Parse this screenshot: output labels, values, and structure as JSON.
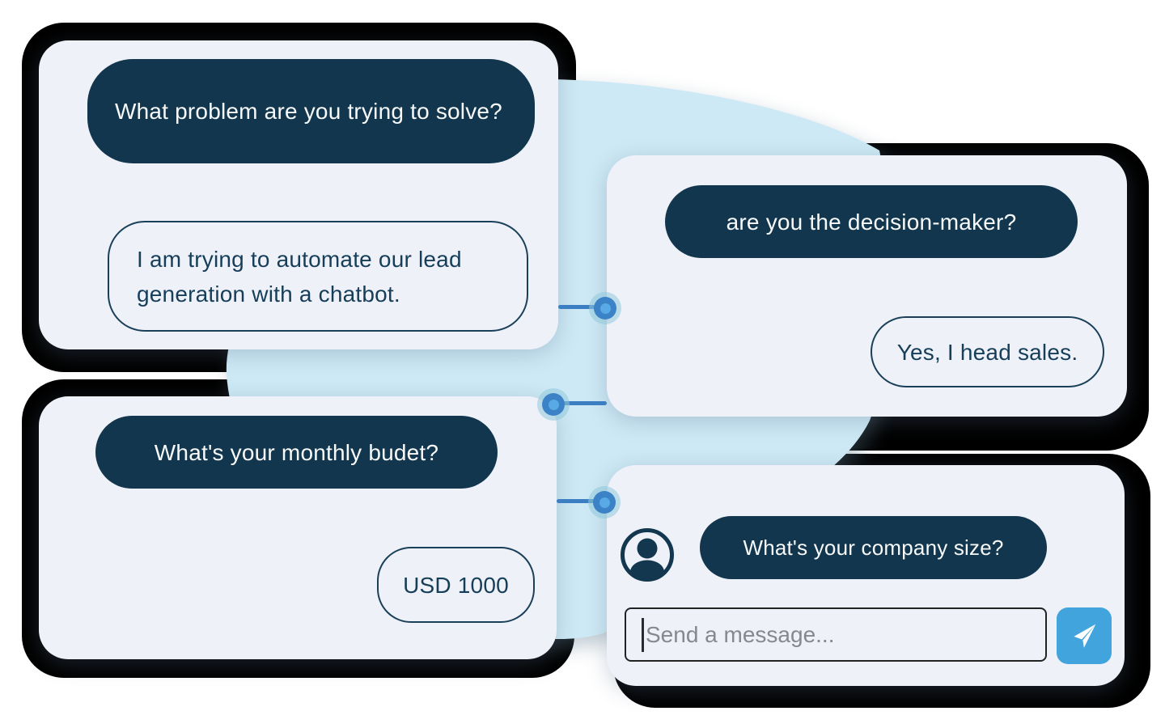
{
  "illustration_title": "chatbot-lead-qualification-flow",
  "colors": {
    "navy_bubble": "#11364d",
    "navy_text": "#163e58",
    "card_bg": "#eff1f9",
    "blob_blue": "#cde9f5",
    "connector_blue": "#3b7ec2",
    "node_ring_blue": "#3b82c6",
    "node_core_blue": "#58a9e5",
    "send_button_blue": "#42a4dd",
    "shadow_black": "#000000",
    "placeholder_gray": "#85898f",
    "bubble_text_white": "#f7f9f9"
  },
  "cards": [
    {
      "id": "problem",
      "bot_message": "What problem are you trying to solve?",
      "user_reply": "I am trying to automate our lead generation with a chatbot."
    },
    {
      "id": "decision-maker",
      "bot_message": "are you the decision-maker?",
      "user_reply": "Yes, I head sales."
    },
    {
      "id": "budget",
      "bot_message": "What's your monthly budet?",
      "user_reply": "USD 1000"
    },
    {
      "id": "company-size",
      "bot_message": "What's your company size?",
      "input": {
        "placeholder": "Send a message...",
        "value": ""
      },
      "icons": {
        "avatar": "person-icon",
        "send": "paper-plane-icon"
      }
    }
  ]
}
